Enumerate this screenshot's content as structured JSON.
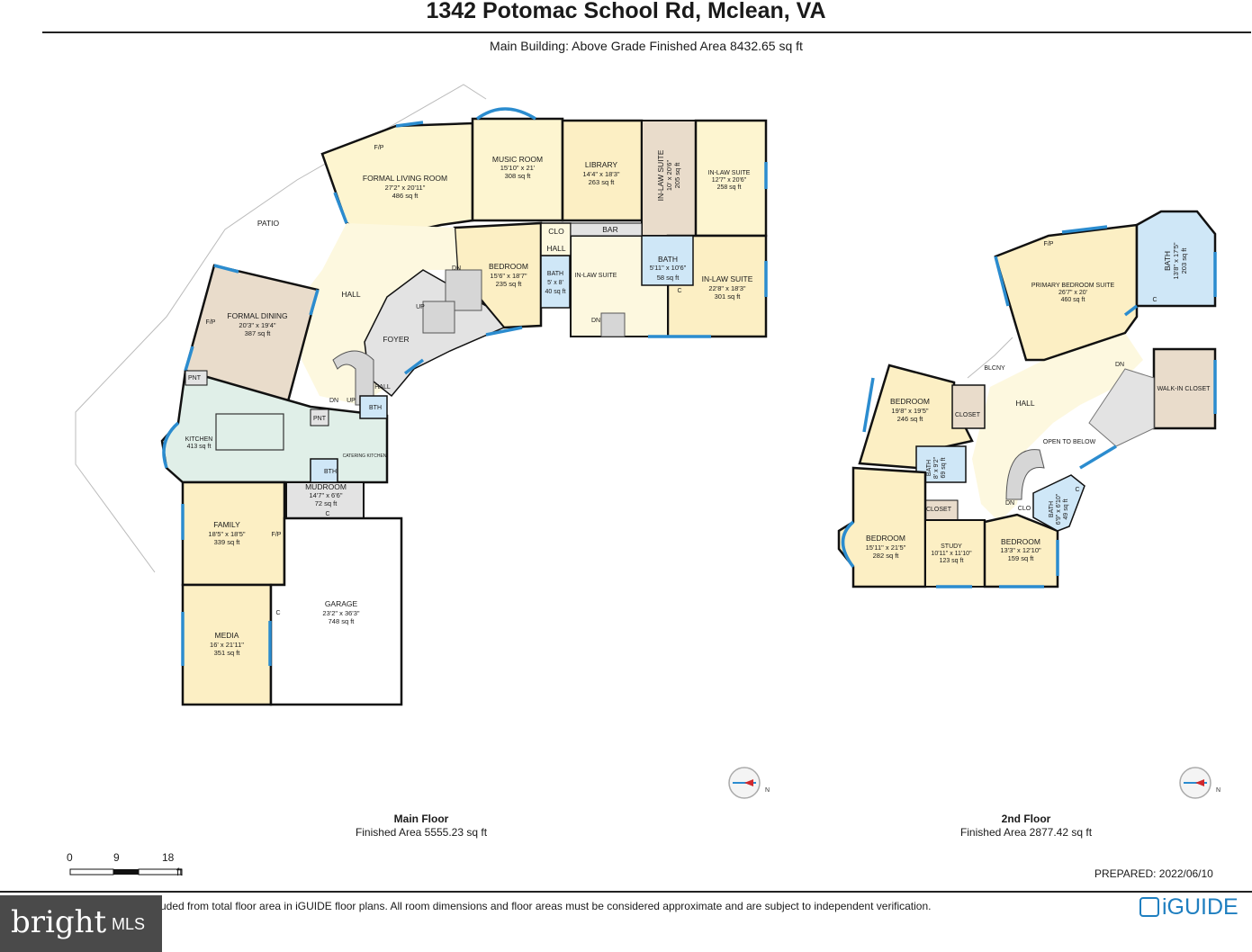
{
  "header": {
    "title": "1342 Potomac School Rd, Mclean, VA",
    "subtitle": "Main Building: Above Grade Finished Area 8432.65 sq ft"
  },
  "main_floor": {
    "name": "Main Floor",
    "area": "Finished Area 5555.23 sq ft",
    "rooms": [
      {
        "name": "FORMAL LIVING ROOM",
        "dims": "27'2\" x 20'11\"",
        "area": "486 sq ft"
      },
      {
        "name": "MUSIC ROOM",
        "dims": "15'10\" x 21'",
        "area": "308 sq ft"
      },
      {
        "name": "LIBRARY",
        "dims": "14'4\" x 18'3\"",
        "area": "263 sq ft"
      },
      {
        "name": "IN-LAW SUITE",
        "dims": "10' x 20'6\"",
        "area": "205 sq ft"
      },
      {
        "name": "IN-LAW SUITE",
        "dims": "12'7\" x 20'6\"",
        "area": "258 sq ft"
      },
      {
        "name": "BEDROOM",
        "dims": "15'6\" x 18'7\"",
        "area": "235 sq ft"
      },
      {
        "name": "BATH",
        "dims": "5' x 8'",
        "area": "40 sq ft"
      },
      {
        "name": "BATH",
        "dims": "5'11\" x 10'6\"",
        "area": "58 sq ft"
      },
      {
        "name": "IN-LAW SUITE",
        "dims": "22'8\" x 18'3\"",
        "area": "301 sq ft"
      },
      {
        "name": "FORMAL DINING",
        "dims": "20'3\" x 19'4\"",
        "area": "387 sq ft"
      },
      {
        "name": "KITCHEN",
        "dims": "",
        "area": "413 sq ft"
      },
      {
        "name": "MUDROOM",
        "dims": "14'7\" x 6'6\"",
        "area": "72 sq ft"
      },
      {
        "name": "FAMILY",
        "dims": "18'5\" x 18'5\"",
        "area": "339 sq ft"
      },
      {
        "name": "MEDIA",
        "dims": "16' x 21'11\"",
        "area": "351 sq ft"
      },
      {
        "name": "GARAGE",
        "dims": "23'2\" x 36'3\"",
        "area": "748 sq ft"
      }
    ],
    "labels": {
      "patio": "PATIO",
      "hall": "HALL",
      "foyer": "FOYER",
      "in_law_suite": "IN-LAW SUITE",
      "clo": "CLO",
      "hall2": "HALL",
      "bar": "BAR",
      "pnt": "PNT",
      "pnt2": "PNT",
      "bth": "BTH",
      "bth2": "BTH",
      "catering": "CATERING KITCHEN",
      "fp": "F/P",
      "fp2": "F/P",
      "fp3": "F/P",
      "dn": "DN",
      "up": "UP",
      "dn2": "DN",
      "up2": "UP",
      "dn3": "DN",
      "c": "C",
      "c2": "C",
      "c3": "C",
      "hall3": "HALL"
    }
  },
  "second_floor": {
    "name": "2nd Floor",
    "area": "Finished Area 2877.42 sq ft",
    "rooms": [
      {
        "name": "PRIMARY BEDROOM SUITE",
        "dims": "26'7\" x 20'",
        "area": "460 sq ft"
      },
      {
        "name": "BATH",
        "dims": "13'8\" x 17'5\"",
        "area": "203 sq ft"
      },
      {
        "name": "WALK-IN CLOSET",
        "dims": "",
        "area": ""
      },
      {
        "name": "BEDROOM",
        "dims": "19'8\" x 19'5\"",
        "area": "246 sq ft"
      },
      {
        "name": "BATH",
        "dims": "8' x 9'2\"",
        "area": "69 sq ft"
      },
      {
        "name": "BEDROOM",
        "dims": "15'11\" x 21'5\"",
        "area": "282 sq ft"
      },
      {
        "name": "STUDY",
        "dims": "10'11\" x 11'10\"",
        "area": "123 sq ft"
      },
      {
        "name": "BEDROOM",
        "dims": "13'3\" x 12'10\"",
        "area": "159 sq ft"
      },
      {
        "name": "BATH",
        "dims": "6'9\" x 6'10\"",
        "area": "49 sq ft"
      }
    ],
    "labels": {
      "hall": "HALL",
      "blcny": "BLCNY",
      "closet": "CLOSET",
      "closet2": "CLOSET",
      "open_to_below": "OPEN TO BELOW",
      "clo": "CLO",
      "dn": "DN",
      "dn2": "DN",
      "c": "C",
      "c2": "C",
      "fp": "F/P"
    }
  },
  "scale": {
    "ticks": [
      "0",
      "9",
      "18"
    ],
    "unit": "ft"
  },
  "footer": {
    "prepared": "PREPARED: 2022/06/10",
    "disclaimer": "uded from total floor area in iGUIDE floor plans. All room dimensions and floor areas must be considered approximate and are subject to independent verification.",
    "bright_word": "bright",
    "bright_mls": "MLS",
    "iguide": "iGUIDE"
  },
  "colors": {
    "wall": "#111111",
    "window": "#2b8ccf",
    "bedroom": "#fcefc4",
    "hall": "#fdf8df",
    "living": "#fdf5d0",
    "dining": "#e9dccb",
    "kitchen": "#e0efe8",
    "bath": "#cfe7f7",
    "stairs": "#e3e3e3",
    "closet": "#e9dccb",
    "garage": "#ffffff"
  }
}
